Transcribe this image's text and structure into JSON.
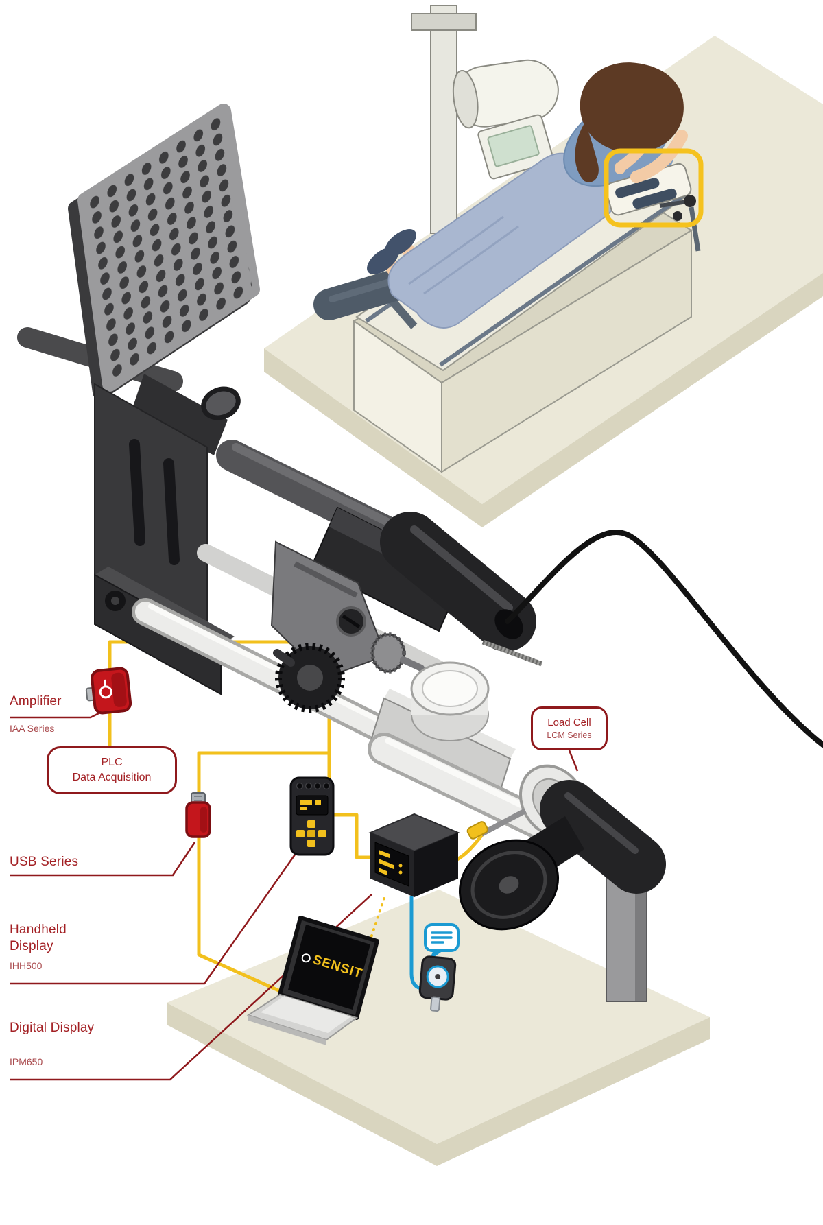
{
  "labels": {
    "amplifier": {
      "title": "Amplifier",
      "series": "IAA Series"
    },
    "plc": {
      "line1": "PLC",
      "line2": "Data Acquisition"
    },
    "usb": {
      "title": "USB Series"
    },
    "handheld": {
      "title": "Handheld Display",
      "series": "IHH500"
    },
    "digital": {
      "title": "Digital Display",
      "series": "IPM650"
    },
    "load_cell": {
      "line1": "Load Cell",
      "line2": "LCM Series"
    }
  },
  "laptop": {
    "logo": "SENSIT"
  },
  "icons": {
    "amplifier_glyph": "power-symbol",
    "chat_bubble": "speech-bubble",
    "power_plug": "plug",
    "sensit_gauge": "gauge-ring"
  },
  "colors": {
    "label_red": "#a32024",
    "line_red": "#8f191c",
    "cable_yellow": "#f2c01d",
    "highlight_yellow": "#f5c21e",
    "cable_blue": "#1b9ad2",
    "cable_black": "#121212",
    "platform_beige": "#ebe8d8",
    "device_red": "#c4161c"
  }
}
